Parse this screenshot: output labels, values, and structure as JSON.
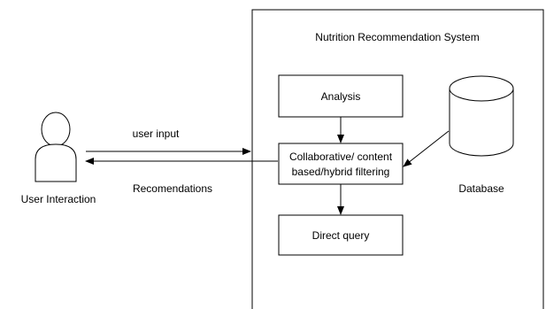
{
  "system": {
    "title": "Nutrition Recommendation System"
  },
  "nodes": {
    "analysis": "Analysis",
    "filtering_line1": "Collaborative/ content",
    "filtering_line2": "based/hybrid filtering",
    "direct_query": "Direct query",
    "database": "Database",
    "user": "User Interaction"
  },
  "edges": {
    "user_input": "user input",
    "recommendations": "Recomendations"
  },
  "icons": {
    "user": "person-icon",
    "database": "cylinder-database-icon"
  }
}
